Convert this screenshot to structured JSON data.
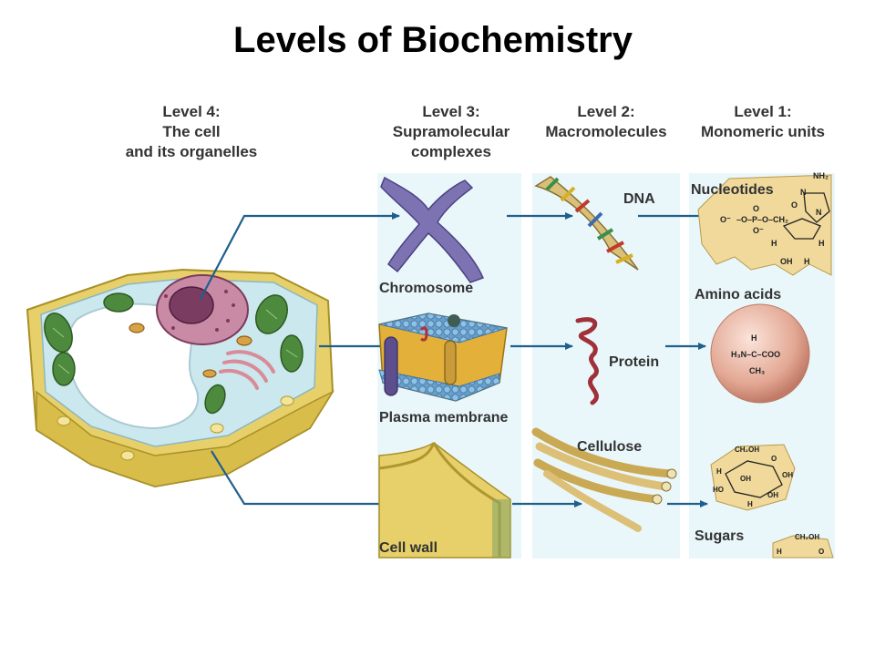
{
  "title": "Levels of Biochemistry",
  "columns": [
    {
      "lines": [
        "Level 4:",
        "The cell",
        "and its organelles"
      ]
    },
    {
      "lines": [
        "Level 3:",
        "Supramolecular",
        "complexes"
      ]
    },
    {
      "lines": [
        "Level 2:",
        "Macromolecules"
      ]
    },
    {
      "lines": [
        "Level 1:",
        "Monomeric units"
      ]
    }
  ],
  "level3": {
    "chromosome": "Chromosome",
    "plasma_membrane": "Plasma membrane",
    "cell_wall": "Cell wall"
  },
  "level2": {
    "dna": "DNA",
    "protein": "Protein",
    "cellulose": "Cellulose"
  },
  "level1": {
    "nucleotides": "Nucleotides",
    "amino_acids": "Amino acids",
    "sugars": "Sugars"
  },
  "colors": {
    "arrow": "#1f5f8b",
    "panel": "#eaf7fa",
    "cell_wall": "#e8d56a",
    "chromosome": "#7d73b3"
  }
}
